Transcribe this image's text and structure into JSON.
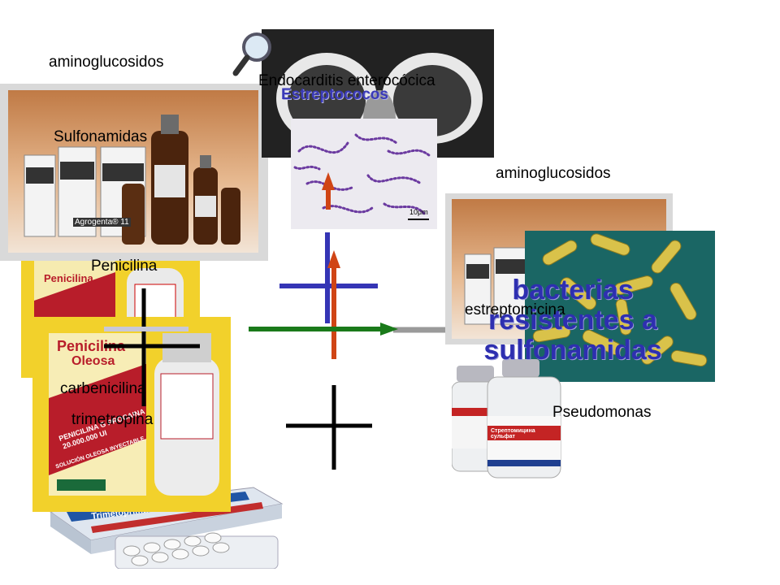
{
  "labels": {
    "aminoglucosidos_top": "aminoglucosidos",
    "sulfonamidas": "Sulfonamidas",
    "endocarditis": "Endocarditis enterocócica",
    "estreptococos": "Estreptococos",
    "aminoglucosidos_right": "aminoglucosidos",
    "penicilina": "Penicilina",
    "estreptomicina": "estreptomicina",
    "carbenicilina": "carbenicilina",
    "trimetropina": "trimetropina",
    "pseudomonas": "Pseudomonas",
    "scale_bar": "10μm"
  },
  "resistant": {
    "line1": "bacterias",
    "line2": "resistentes a",
    "line3": "sulfonamidas"
  },
  "box_text": {
    "agrogenta": "Agrogenta® 11",
    "penicilina_box": "Penicilina",
    "oleosa": "Oleosa",
    "penicilina_procaina": "PENICILINA G PROCAINA",
    "dosis": "20.000.000 UI",
    "solucion": "SOLUCIÓN OLEOSA INYECTABLE",
    "trimetoprima": "Trimetoprima + Sulfametoxazol",
    "strepto": "Стрептомицина сульфат"
  },
  "colors": {
    "blue_cross": "#3535b5",
    "red_arrow": "#d04515",
    "green_arrow": "#1a7a1a",
    "gray_arrow": "#9a9a9a",
    "heading_blue": "#2e2fb0",
    "yellow_box": "#f2d12b"
  },
  "icons": {
    "magnifier": "magnifier-icon"
  }
}
